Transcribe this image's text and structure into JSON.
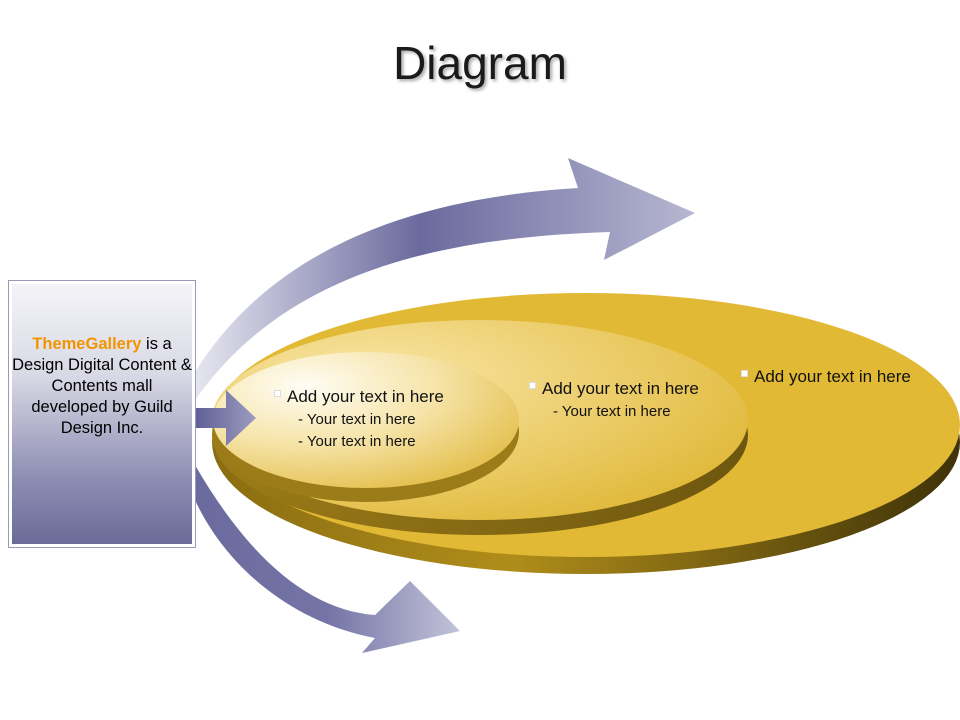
{
  "title": "Diagram",
  "box": {
    "brand": "ThemeGallery",
    "text_after_brand": " is a Design Digital Content & Contents mall developed by Guild Design Inc."
  },
  "ellipses": [
    {
      "label": "Add your text in here",
      "subitems": [
        "- Your text in here",
        "- Your text in here"
      ]
    },
    {
      "label": "Add your text in here",
      "subitems": [
        "- Your text in here"
      ]
    },
    {
      "label": "Add your text in here",
      "subitems": []
    }
  ],
  "colors": {
    "brand": "#f29400",
    "gold": "#e2b935",
    "arrow": "#6b6b9b"
  }
}
